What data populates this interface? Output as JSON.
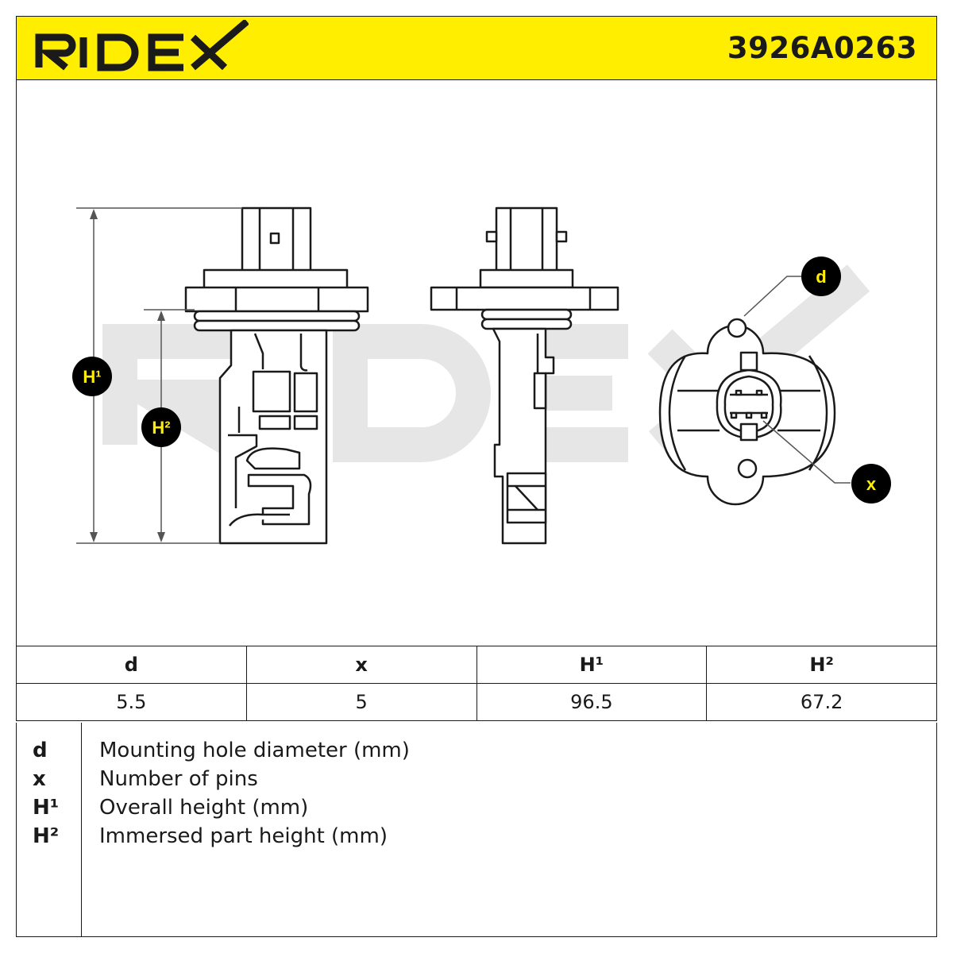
{
  "brand": "RIDEX",
  "part_number": "3926A0263",
  "colors": {
    "header_bg": "#ffee00",
    "line": "#1a1a1a",
    "badge_bg": "#000000",
    "badge_text": "#ffee00",
    "watermark": "#e6e6e6"
  },
  "badges": {
    "h1": "H¹",
    "h2": "H²",
    "d": "d",
    "x": "x"
  },
  "table": {
    "headers": [
      "d",
      "x",
      "H¹",
      "H²"
    ],
    "values": [
      "5.5",
      "5",
      "96.5",
      "67.2"
    ]
  },
  "legend": [
    {
      "key": "d",
      "desc": "Mounting hole diameter (mm)"
    },
    {
      "key": "x",
      "desc": "Number of pins"
    },
    {
      "key": "H¹",
      "desc": "Overall height (mm)"
    },
    {
      "key": "H²",
      "desc": "Immersed part height (mm)"
    }
  ]
}
